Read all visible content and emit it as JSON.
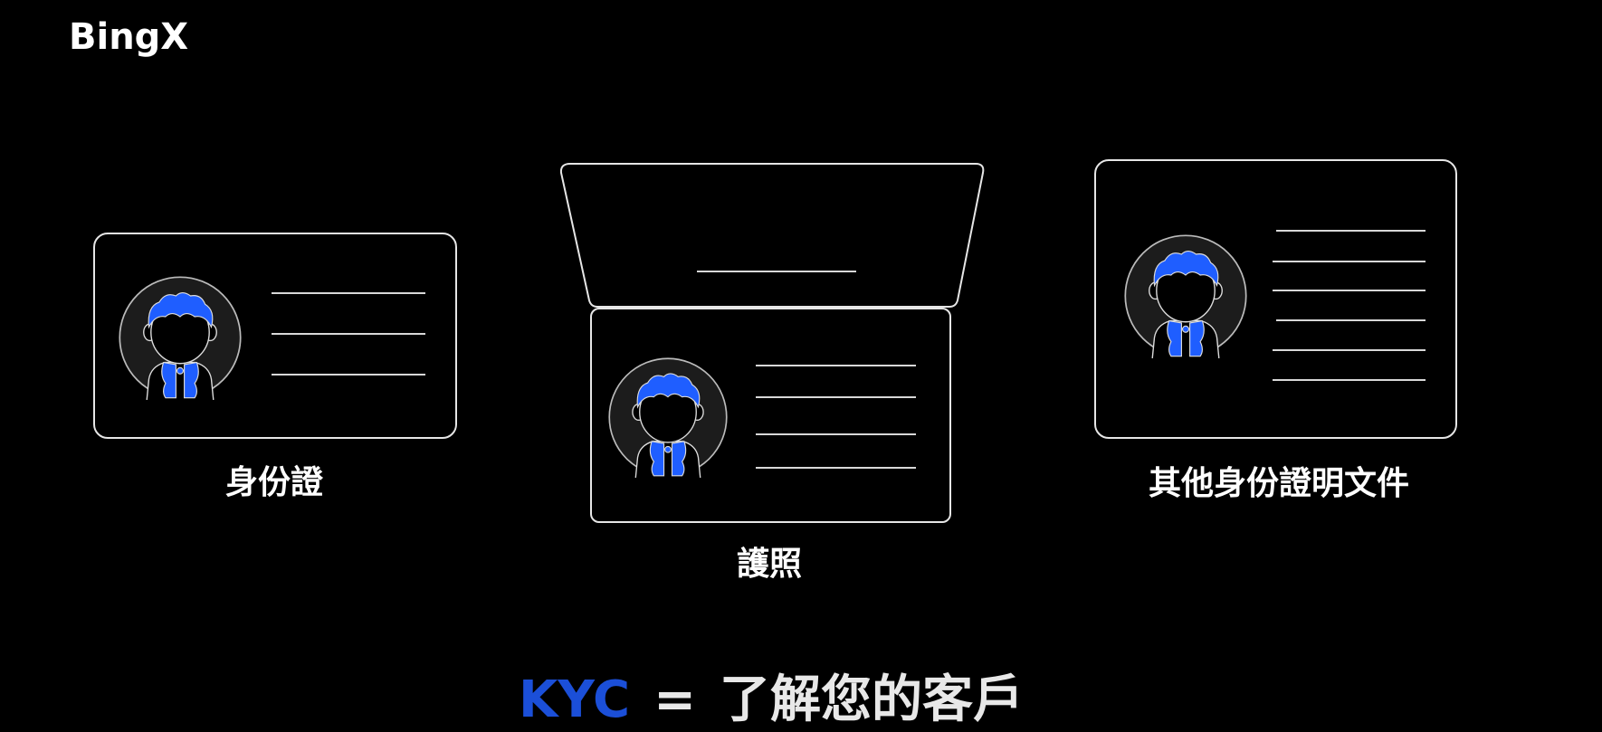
{
  "brand": {
    "logo": "BingX"
  },
  "documents": [
    {
      "label": "身份證"
    },
    {
      "label": "護照"
    },
    {
      "label": "其他身份證明文件"
    }
  ],
  "caption": {
    "kyc": "KYC",
    "equals": "=",
    "meaning": "了解您的客戶"
  },
  "colors": {
    "accent": "#1f5eff",
    "kyc": "#1b4fd8",
    "background": "#000000"
  }
}
